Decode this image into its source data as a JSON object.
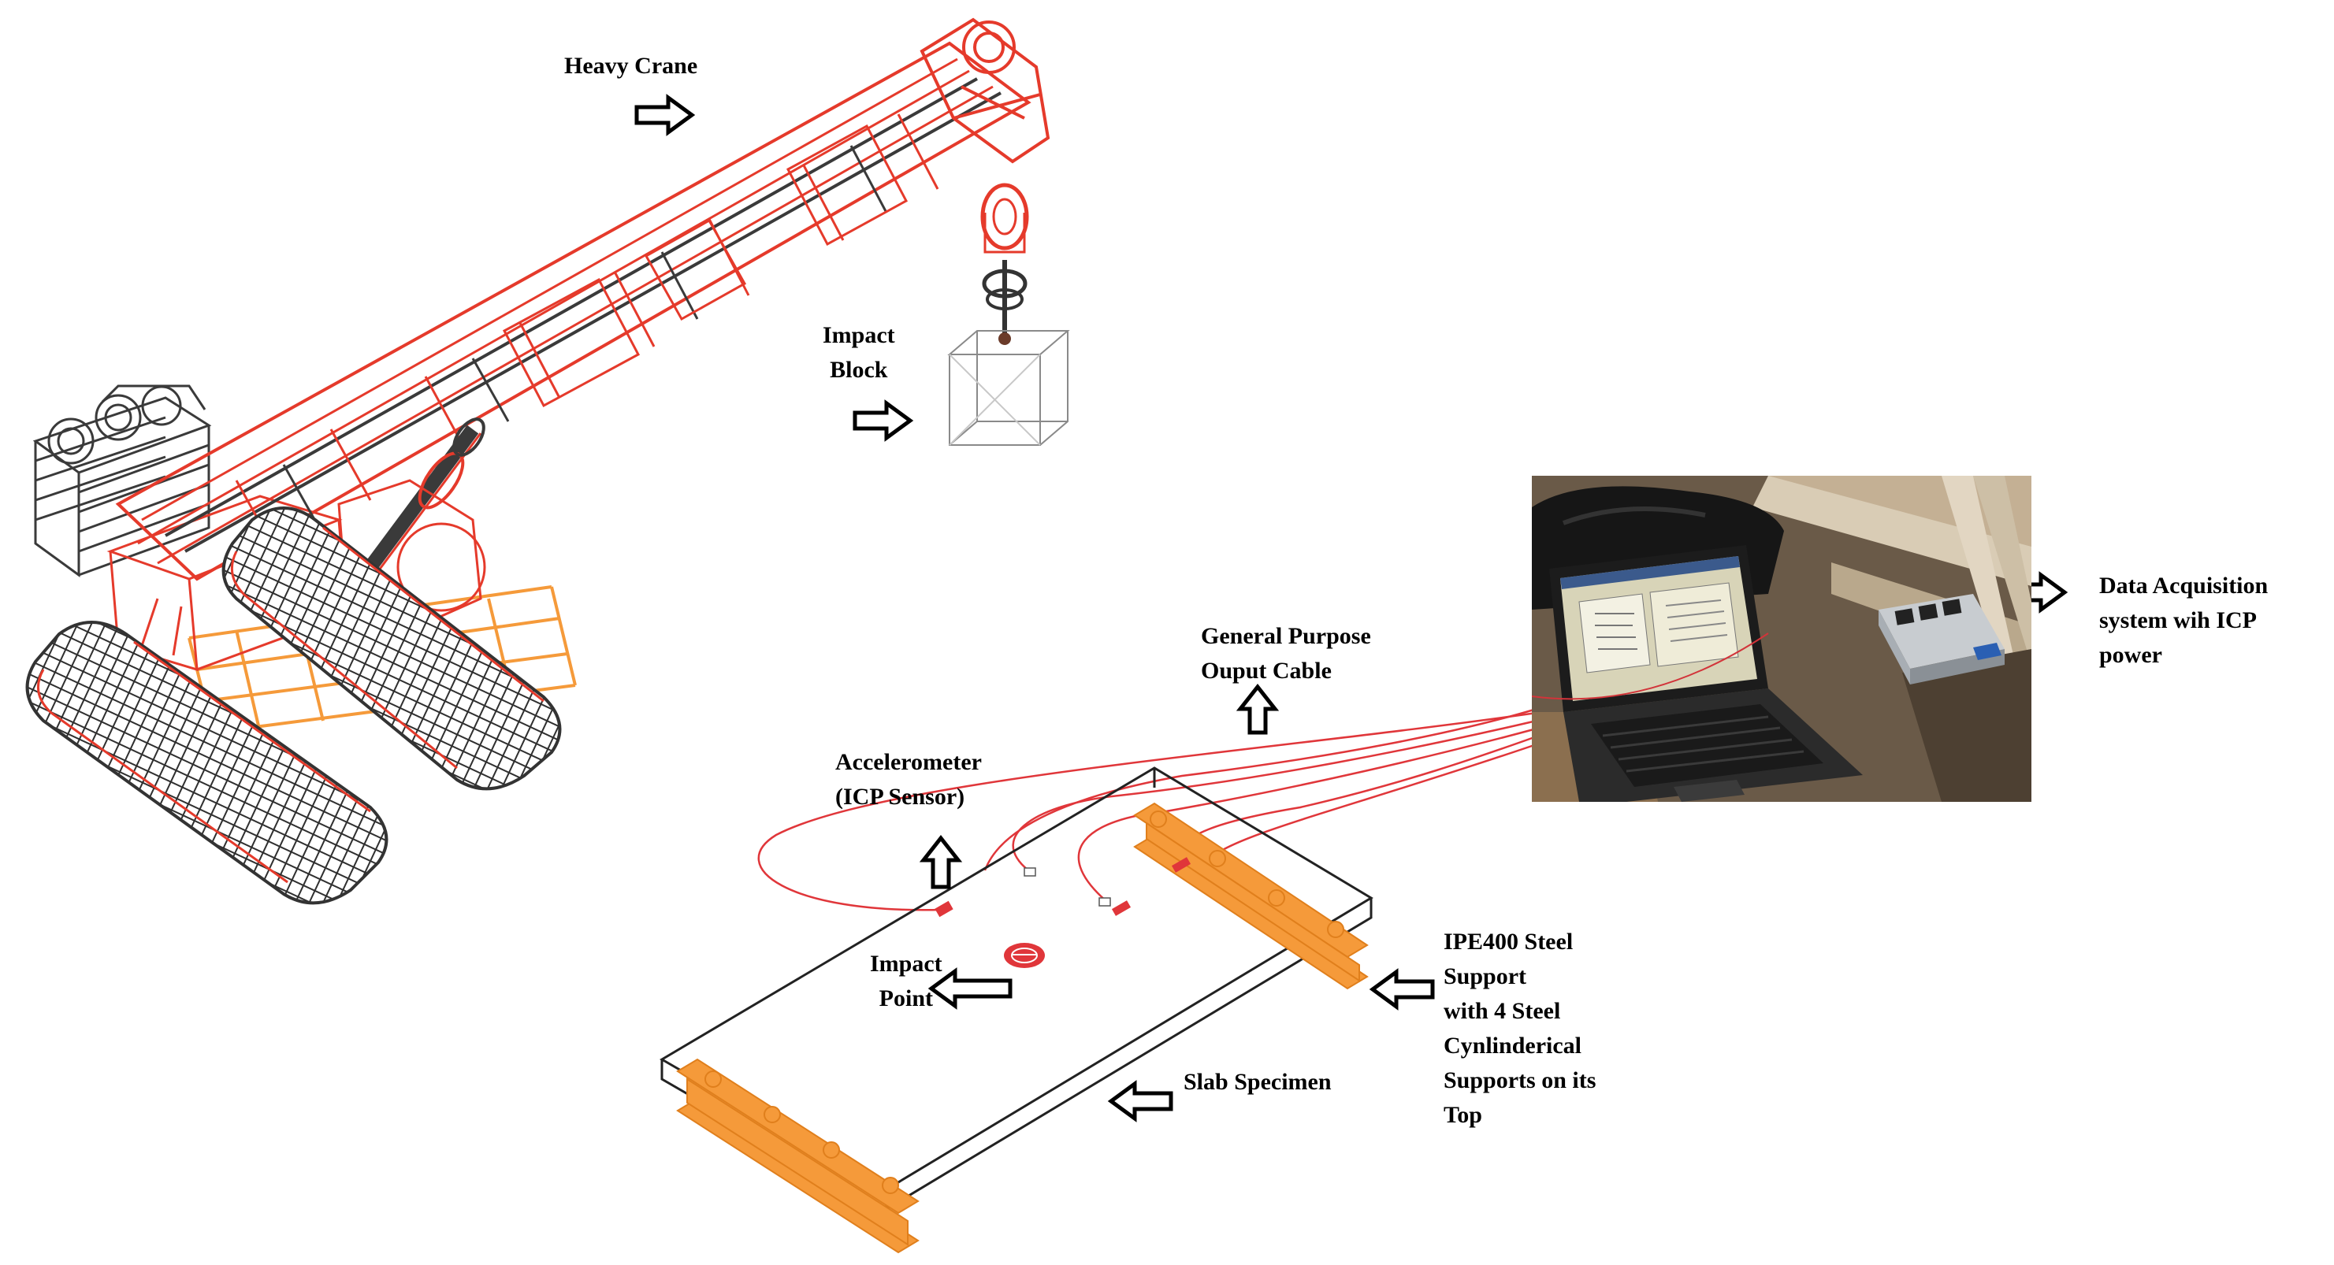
{
  "labels": {
    "heavy_crane": "Heavy Crane",
    "impact_block": [
      "Impact",
      "Block"
    ],
    "general_purpose": [
      "General Purpose",
      "Ouput Cable"
    ],
    "accelerometer": [
      "Accelerometer",
      "(ICP Sensor)"
    ],
    "impact_point": [
      "Impact",
      "Point"
    ],
    "slab_specimen": "Slab Specimen",
    "ipe400": [
      "IPE400 Steel",
      "Support",
      "with 4 Steel",
      "Cynlinderical",
      "Supports on its",
      "Top"
    ],
    "data_acquisition": [
      "Data Acquisition",
      "system wih ICP",
      "power"
    ]
  },
  "colors": {
    "crane_red": "#e53a2b",
    "crane_dark": "#3a3a3a",
    "steel_orange": "#f59a3a",
    "cable_red": "#e0363a",
    "arrow_fill": "#ffffff",
    "arrow_stroke": "#000000"
  }
}
